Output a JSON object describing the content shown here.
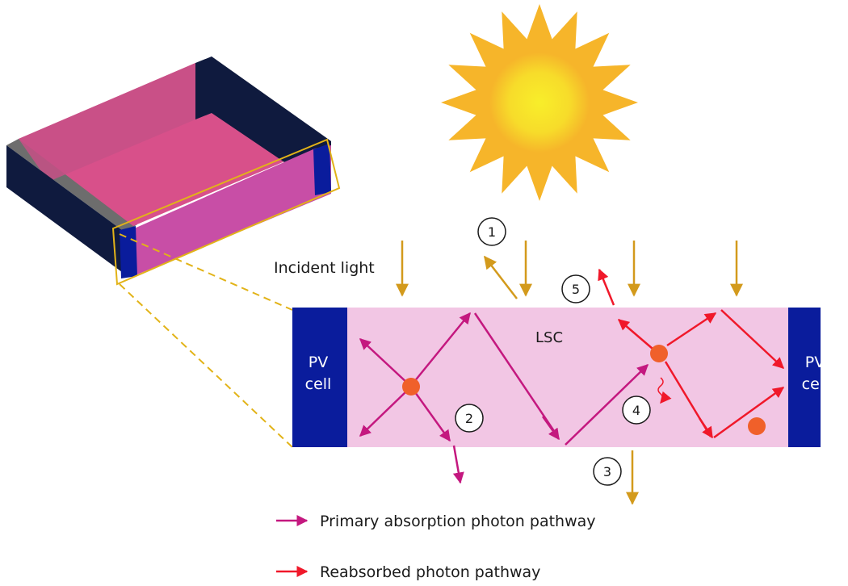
{
  "labels": {
    "incident_light": "Incident light",
    "lsc": "LSC",
    "pv_left_line1": "PV",
    "pv_left_line2": "cell",
    "pv_right_line1": "PV",
    "pv_right_line2": "cell"
  },
  "markers": [
    "1",
    "2",
    "3",
    "4",
    "5"
  ],
  "legend": {
    "primary": "Primary absorption photon pathway",
    "reabsorbed": "Reabsorbed photon pathway"
  },
  "colors": {
    "lsc_fill": "#f2c6e4",
    "pv_cell": "#0a1c9c",
    "incident_arrow": "#d39a1c",
    "primary_arrow": "#c4187f",
    "reabsorbed_arrow": "#f0182a",
    "luminophore": "#f0602a",
    "sun_rays": "#f6b52a",
    "sun_core": "#f7e92a",
    "zoom_lines": "#e2b318"
  }
}
